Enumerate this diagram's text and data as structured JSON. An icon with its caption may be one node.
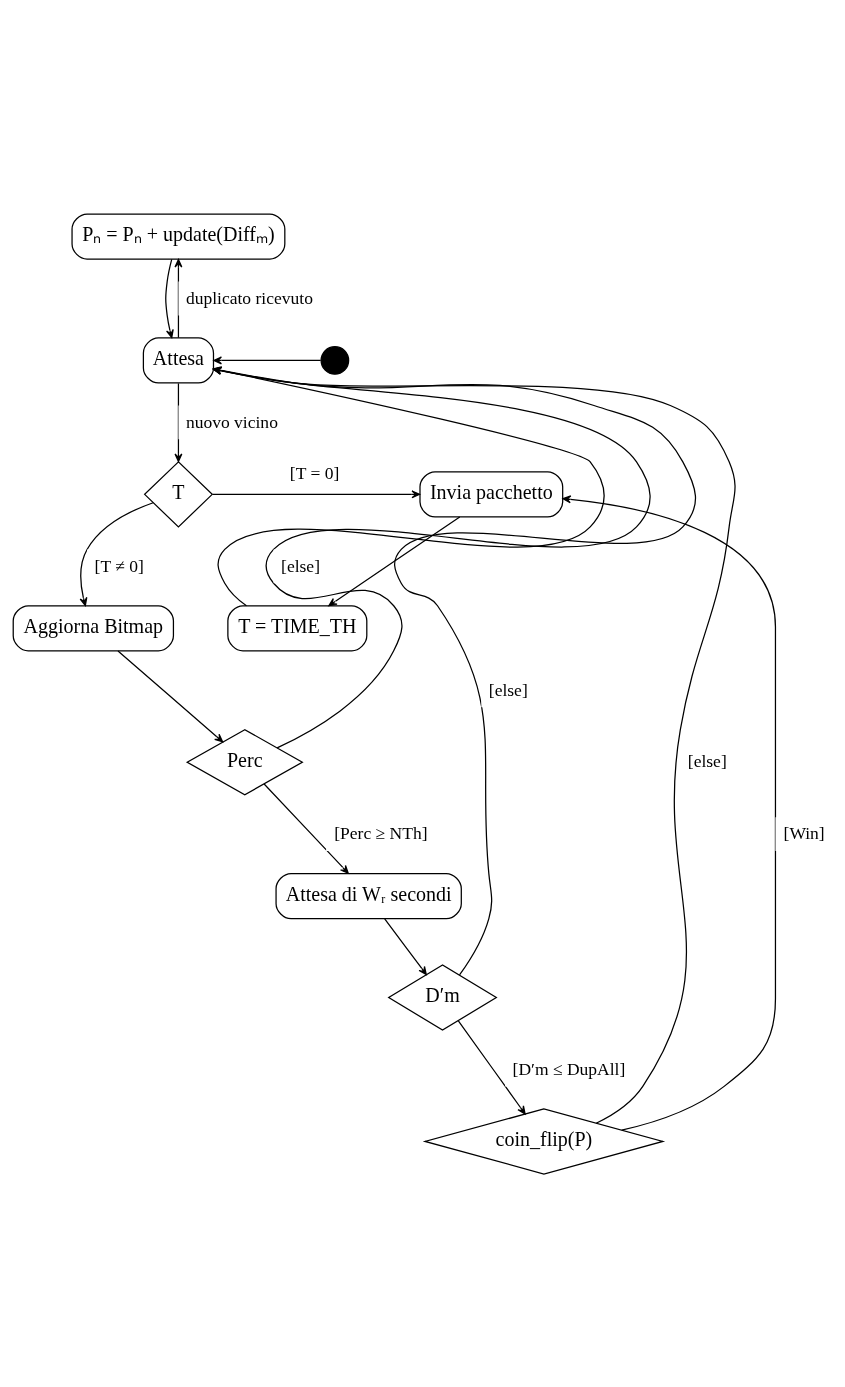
{
  "diagram": {
    "nodes": [
      {
        "text": [
          "Pₙ = Pₙ + update(Diffₘ)"
        ]
      },
      {
        "text": [
          "Attesa"
        ]
      },
      {
        "text": [],
        "shape": "circle"
      },
      {
        "text": [
          "T"
        ]
      },
      {
        "text": [
          "Invia pacchetto"
        ]
      },
      {
        "text": [
          "T = TIME_TH"
        ]
      },
      {
        "text": [
          "Aggiorna Bitmap"
        ]
      },
      {
        "text": [
          "Perc"
        ]
      },
      {
        "text": [
          "Attesa di Wᵣ secondi"
        ]
      },
      {
        "text": [
          "D′m"
        ]
      },
      {
        "text": [
          "coin_flip(P)"
        ]
      }
    ],
    "edges": [
      {
        "from": 1,
        "to": 0,
        "arrow": "to",
        "label": "duplicato ricevuto"
      },
      {
        "from": 0,
        "to": 1,
        "arrow": "to"
      },
      {
        "from": 2,
        "to": 1,
        "arrow": "to"
      },
      {
        "from": 1,
        "to": 3,
        "arrow": "to",
        "label": "nuovo vicino"
      },
      {
        "from": 3,
        "to": 4,
        "arrow": "to",
        "label": "[T = 0]"
      },
      {
        "from": 3,
        "to": 6,
        "arrow": "to",
        "label": "[T ≠ 0]"
      },
      {
        "from": 4,
        "to": 5,
        "arrow": "to"
      },
      {
        "from": 5,
        "to": 1,
        "arrow": "to"
      },
      {
        "from": 6,
        "to": 7,
        "arrow": "to"
      },
      {
        "from": 7,
        "to": 1,
        "arrow": "to",
        "label": "[else]"
      },
      {
        "from": 7,
        "to": 8,
        "arrow": "to",
        "label": "[Perc ≥ NTh]"
      },
      {
        "from": 8,
        "to": 9,
        "arrow": "to"
      },
      {
        "from": 9,
        "to": 1,
        "arrow": "to",
        "label": "[else]"
      },
      {
        "from": 9,
        "to": 10,
        "arrow": "to",
        "label": "[D′m ≤ DupAll]"
      },
      {
        "from": 10,
        "to": 1,
        "arrow": "to",
        "label": "[else]"
      },
      {
        "from": 10,
        "to": 4,
        "arrow": "to",
        "label": "[Win]"
      }
    ]
  }
}
